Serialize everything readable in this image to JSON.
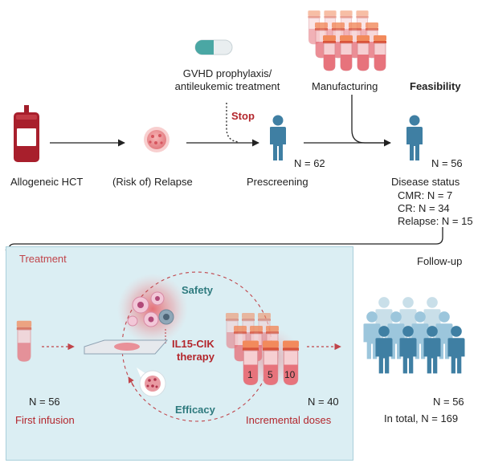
{
  "top": {
    "allogeneic_hct": "Allogeneic HCT",
    "relapse": "(Risk of) Relapse",
    "gvhd_line1": "GVHD prophylaxis/",
    "gvhd_line2": "antileukemic treatment",
    "stop": "Stop",
    "prescreening": "Prescreening",
    "prescreening_n": "N = 62",
    "manufacturing": "Manufacturing",
    "feasibility": "Feasibility",
    "feasibility_n": "N = 56",
    "disease_status": "Disease status",
    "cmr": "CMR: N = 7",
    "cr": "CR: N = 34",
    "relapse_n": "Relapse: N = 15"
  },
  "treatment": {
    "title": "Treatment",
    "safety": "Safety",
    "therapy_line1": "IL15-CIK",
    "therapy_line2": "therapy",
    "efficacy": "Efficacy",
    "first_infusion_n": "N = 56",
    "first_infusion": "First infusion",
    "dose_1": "1",
    "dose_5": "5",
    "dose_10": "10",
    "incremental_n": "N = 40",
    "incremental": "Incremental doses"
  },
  "followup": {
    "title": "Follow-up",
    "n": "N = 56",
    "total": "In total, N = 169"
  },
  "colors": {
    "accent_red": "#b3262c",
    "teal": "#2e7a7e",
    "person_blue": "#3f7fa3",
    "person_light": "#a9cfe0",
    "tube_orange": "#e46a47",
    "panel_bg": "#dbeef3"
  }
}
